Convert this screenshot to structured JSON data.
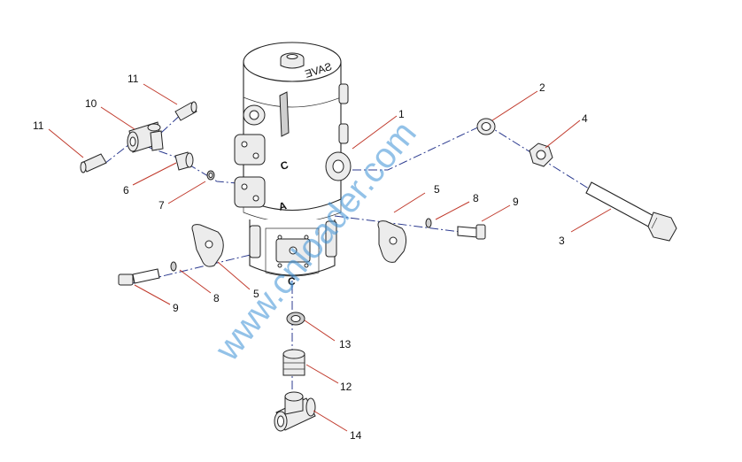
{
  "watermark": "www.cnloader.com",
  "body_marks": {
    "top": "ƎVAƧ",
    "port_c_upper": "C",
    "port_a": "A",
    "port_c_lower": "C"
  },
  "callouts": [
    "1",
    "2",
    "3",
    "4",
    "5",
    "5",
    "6",
    "7",
    "8",
    "8",
    "9",
    "9",
    "10",
    "11",
    "11",
    "12",
    "13",
    "14"
  ],
  "colors": {
    "leader": "#c0392b",
    "centerline": "#2b3a8f",
    "watermark": "#3a8fd6"
  }
}
